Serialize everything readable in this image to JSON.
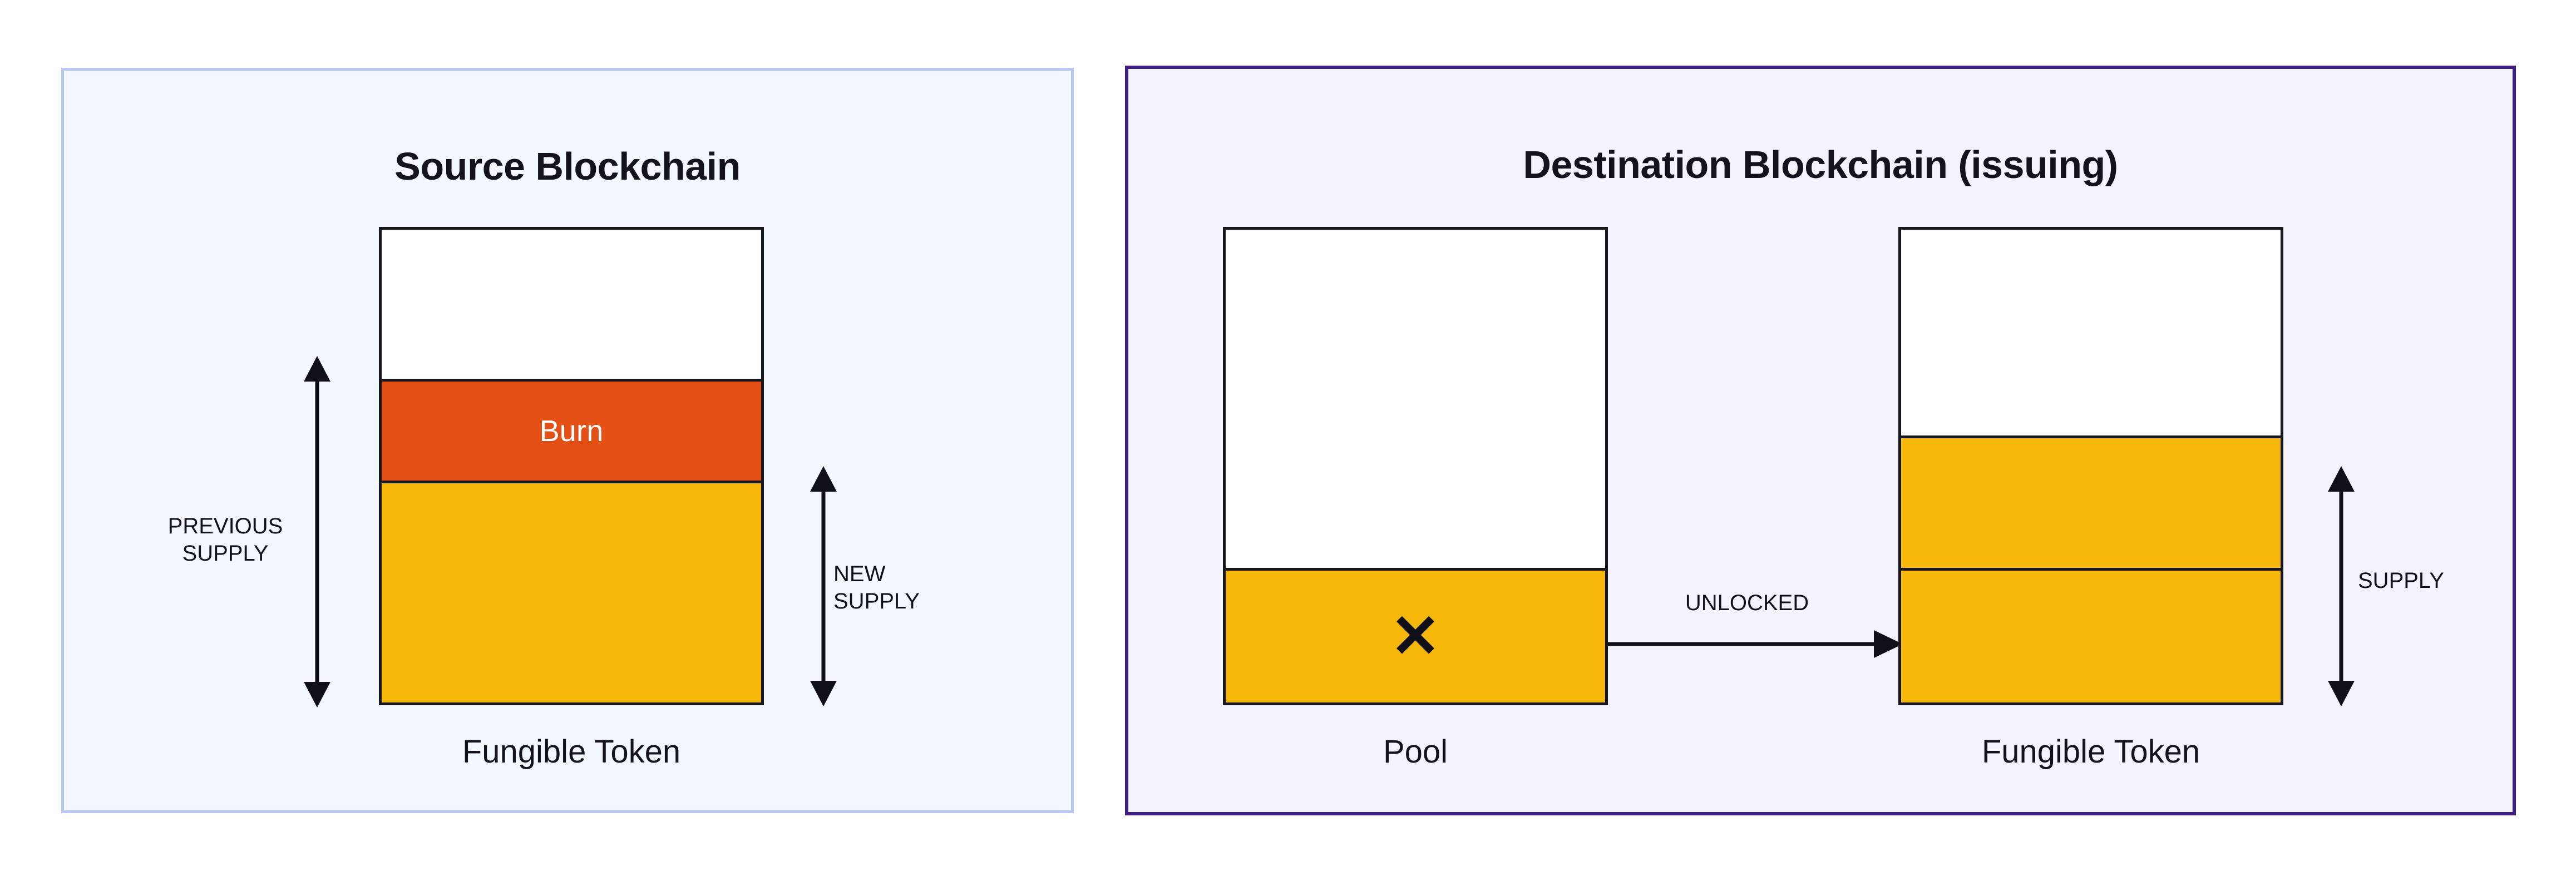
{
  "panels": {
    "source": {
      "title": "Source Blockchain",
      "border_color": "#B7C9F2",
      "background_color": "#F2F6FD"
    },
    "destination": {
      "title": "Destination Blockchain (issuing)",
      "border_color": "#3C2180",
      "background_color": "#F4F2FD"
    }
  },
  "colors": {
    "token_yellow": "#F7B80B",
    "burn_orange": "#E34F15",
    "outline_black": "#16161F",
    "empty_white": "#FFFFFF"
  },
  "source_token": {
    "caption": "Fungible Token",
    "segments": [
      {
        "name": "empty",
        "label": "",
        "fill": "#FFFFFF",
        "fraction": 0.315
      },
      {
        "name": "burn",
        "label": "Burn",
        "fill": "#E34F15",
        "fraction": 0.215
      },
      {
        "name": "remaining-supply",
        "label": "",
        "fill": "#F7B80B",
        "fraction": 0.47
      }
    ]
  },
  "pool": {
    "caption": "Pool",
    "mark": "✕",
    "mark_name": "x-cross-icon",
    "segments": [
      {
        "name": "empty",
        "label": "",
        "fill": "#FFFFFF",
        "fraction": 0.715
      },
      {
        "name": "pool-balance",
        "label": "",
        "fill": "#F7B80B",
        "fraction": 0.285
      }
    ]
  },
  "destination_token": {
    "caption": "Fungible Token",
    "segments": [
      {
        "name": "empty",
        "label": "",
        "fill": "#FFFFFF",
        "fraction": 0.435
      },
      {
        "name": "existing-supply",
        "label": "",
        "fill": "#F7B80B",
        "fraction": 0.28
      },
      {
        "name": "unlocked-supply",
        "label": "",
        "fill": "#F7B80B",
        "fraction": 0.285
      }
    ]
  },
  "annotations": {
    "previous_supply": "PREVIOUS\nSUPPLY",
    "new_supply": "NEW\nSUPPLY",
    "supply": "SUPPLY",
    "unlocked": "UNLOCKED"
  }
}
